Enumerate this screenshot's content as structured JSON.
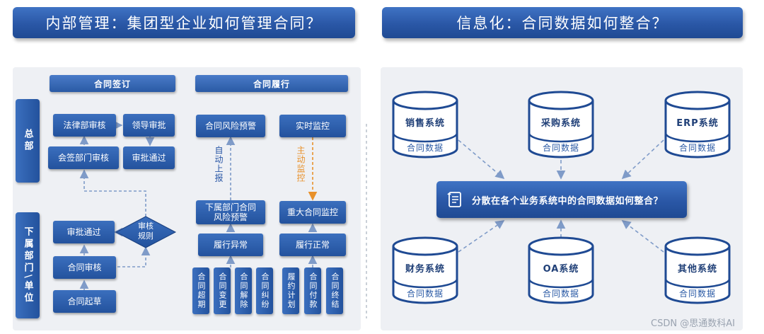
{
  "banners": {
    "left": "内部管理：集团型企业如何管理合同？",
    "right": "信息化：合同数据如何整合？"
  },
  "sidebar": {
    "hq": "总部",
    "sub": "下属部门\\单位"
  },
  "signing": {
    "header": "合同签订",
    "legal_review": "法律部审核",
    "leader_approve": "领导审批",
    "countersign_review": "会签部门审核",
    "approved_top": "审批通过",
    "approved_bottom": "审批通过",
    "rule": "审核\n规则",
    "contract_review": "合同审核",
    "draft": "合同起草"
  },
  "performance": {
    "header": "合同履行",
    "risk_warning": "合同风险预警",
    "realtime_monitor": "实时监控",
    "auto_report": "自动上报",
    "active_monitor": "主动监控",
    "sub_risk_warning": "下属部门合同\n风险预警",
    "major_monitor": "重大合同监控",
    "abnormal": "履行异常",
    "normal": "履行正常",
    "cells": [
      "合同超期",
      "合同变更",
      "合同解除",
      "合同纠纷",
      "履约计划",
      "合同付款",
      "合同终结"
    ]
  },
  "integration": {
    "center": "分散在各个业务系统中的合同数据如何整合？",
    "systems": [
      {
        "name": "销售系统",
        "sub": "合同数据"
      },
      {
        "name": "采购系统",
        "sub": "合同数据"
      },
      {
        "name": "ERP系统",
        "sub": "合同数据"
      },
      {
        "name": "财务系统",
        "sub": "合同数据"
      },
      {
        "name": "OA系统",
        "sub": "合同数据"
      },
      {
        "name": "其他系统",
        "sub": "合同数据"
      }
    ]
  },
  "watermark": "CSDN @思通数科AI",
  "colors": {
    "primary": "#2a57a6",
    "panel": "#eef0f4",
    "dashed_arrow": "#7f9bc8",
    "orange_arrow": "#e8912b"
  }
}
